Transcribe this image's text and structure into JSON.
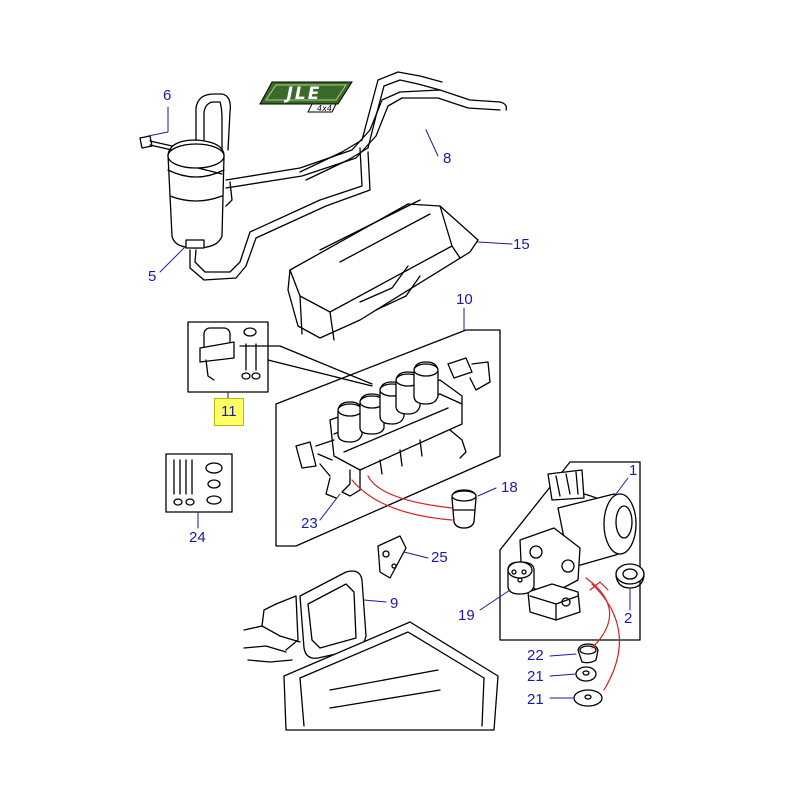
{
  "colors": {
    "callout_text": "#1a1aa6",
    "leader_line": "#1a1aa6",
    "highlight_fill": "#ffff66",
    "red_leader": "#d42020",
    "logo_green": "#3a6a2a",
    "line_art": "#000000"
  },
  "logo": {
    "text": "JLE",
    "sub": "4x4"
  },
  "callouts": [
    {
      "id": "1",
      "label": "1"
    },
    {
      "id": "2",
      "label": "2"
    },
    {
      "id": "5",
      "label": "5"
    },
    {
      "id": "6",
      "label": "6"
    },
    {
      "id": "8",
      "label": "8"
    },
    {
      "id": "9",
      "label": "9"
    },
    {
      "id": "10",
      "label": "10"
    },
    {
      "id": "11",
      "label": "11",
      "highlighted": true
    },
    {
      "id": "15",
      "label": "15"
    },
    {
      "id": "18",
      "label": "18"
    },
    {
      "id": "19",
      "label": "19"
    },
    {
      "id": "21a",
      "label": "21"
    },
    {
      "id": "21b",
      "label": "21"
    },
    {
      "id": "22",
      "label": "22"
    },
    {
      "id": "23",
      "label": "23"
    },
    {
      "id": "24",
      "label": "24"
    },
    {
      "id": "25",
      "label": "25"
    }
  ]
}
